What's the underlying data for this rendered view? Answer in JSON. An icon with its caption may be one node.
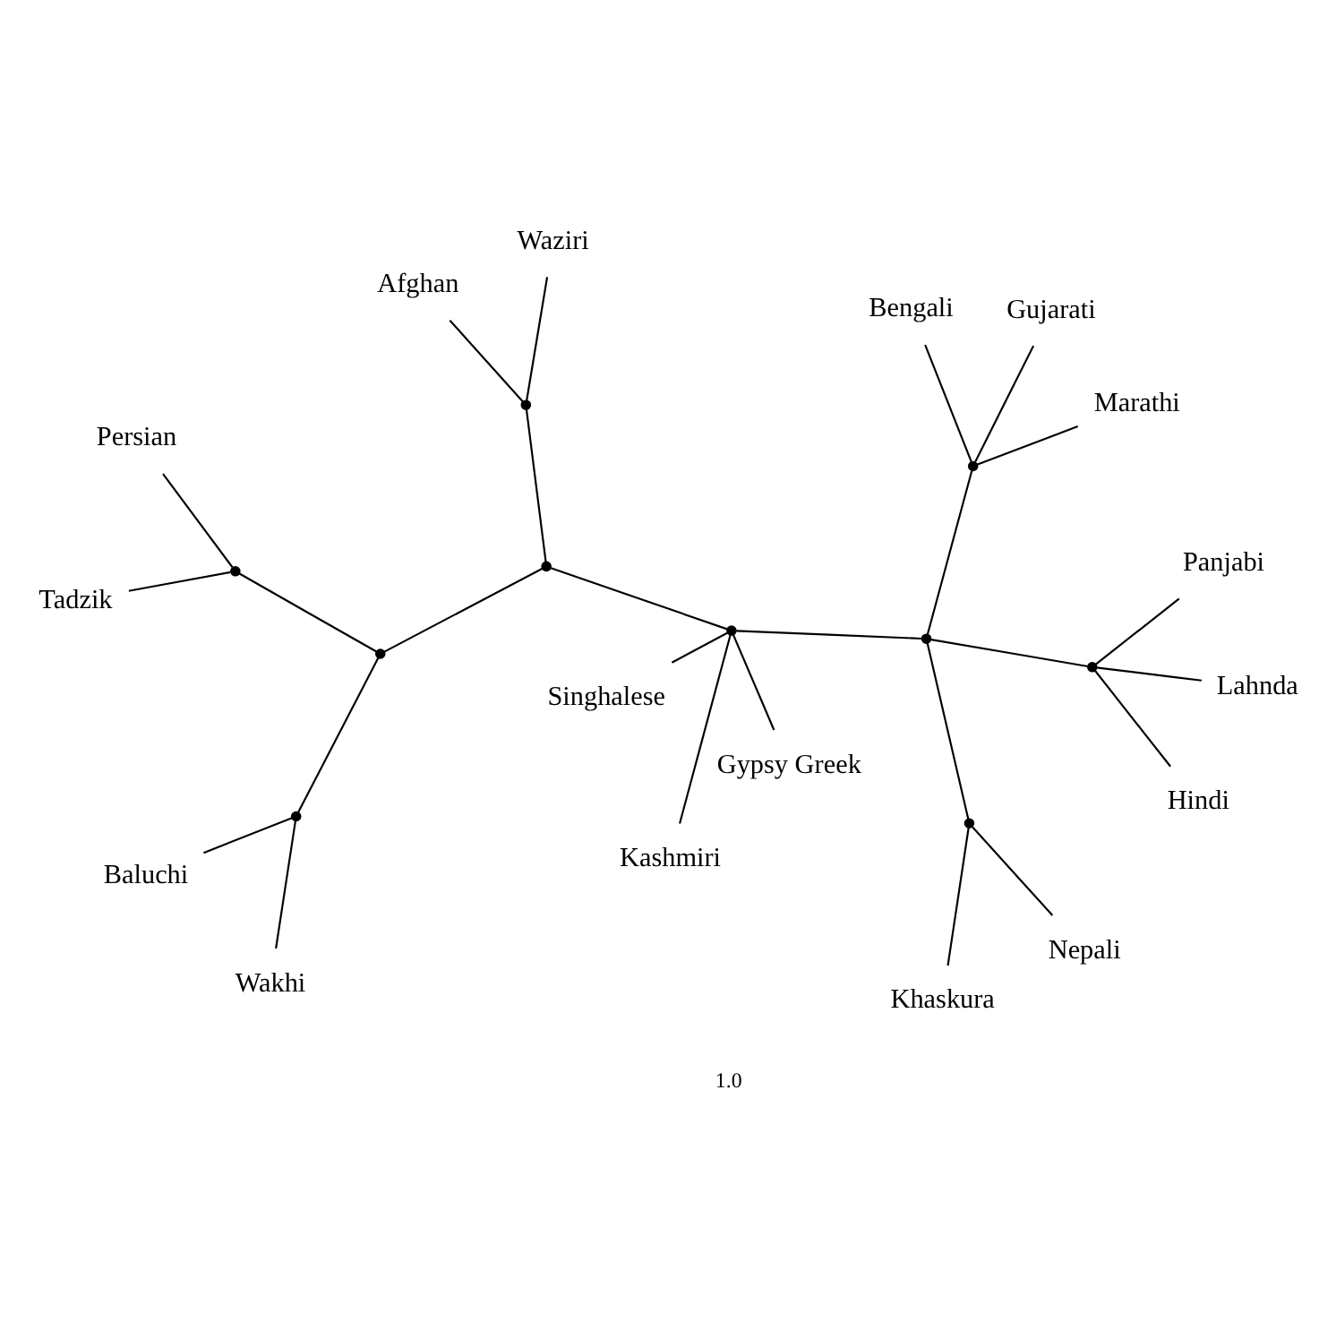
{
  "diagram": {
    "nodes": [
      {
        "text": [
          "Tadzik"
        ]
      },
      {
        "text": [
          "Persian"
        ]
      },
      {
        "text": [
          "Baluchi"
        ]
      },
      {
        "text": [
          "Waziri"
        ]
      },
      {
        "text": [
          "Wakhi"
        ]
      },
      {
        "text": [
          "Afghan"
        ]
      },
      {
        "text": [
          "Singhalese"
        ]
      },
      {
        "text": [
          "Gypsy Greek"
        ]
      },
      {
        "text": [
          "Khaskura"
        ]
      },
      {
        "text": [
          "Kashmiri"
        ]
      },
      {
        "text": [
          "Nepali"
        ]
      },
      {
        "text": [
          "Bengali"
        ]
      },
      {
        "text": [
          "Lahnda"
        ]
      },
      {
        "text": [
          "Gujarati"
        ]
      },
      {
        "text": [
          "Panjabi"
        ]
      },
      {
        "text": [
          "Hindi"
        ]
      },
      {
        "text": [
          "Marathi"
        ]
      },
      {
        "text": [],
        "shape": "point"
      },
      {
        "text": [],
        "shape": "point"
      },
      {
        "text": [],
        "shape": "point"
      },
      {
        "text": [],
        "shape": "point"
      },
      {
        "text": [],
        "shape": "point"
      },
      {
        "text": [],
        "shape": "point"
      },
      {
        "text": [],
        "shape": "point"
      },
      {
        "text": [],
        "shape": "point"
      },
      {
        "text": [],
        "shape": "point"
      },
      {
        "text": [],
        "shape": "point"
      }
    ],
    "edges": [
      {
        "from": 1,
        "to": 17,
        "arrow": "none"
      },
      {
        "from": 0,
        "to": 17,
        "arrow": "none"
      },
      {
        "from": 17,
        "to": 19,
        "arrow": "none"
      },
      {
        "from": 2,
        "to": 18,
        "arrow": "none"
      },
      {
        "from": 4,
        "to": 18,
        "arrow": "none"
      },
      {
        "from": 18,
        "to": 19,
        "arrow": "none"
      },
      {
        "from": 19,
        "to": 21,
        "arrow": "none"
      },
      {
        "from": 5,
        "to": 20,
        "arrow": "none"
      },
      {
        "from": 3,
        "to": 20,
        "arrow": "none"
      },
      {
        "from": 20,
        "to": 21,
        "arrow": "none"
      },
      {
        "from": 21,
        "to": 22,
        "arrow": "none"
      },
      {
        "from": 6,
        "to": 22,
        "arrow": "none"
      },
      {
        "from": 7,
        "to": 22,
        "arrow": "none"
      },
      {
        "from": 9,
        "to": 22,
        "arrow": "none"
      },
      {
        "from": 22,
        "to": 24,
        "arrow": "none"
      },
      {
        "from": 8,
        "to": 23,
        "arrow": "none"
      },
      {
        "from": 10,
        "to": 23,
        "arrow": "none"
      },
      {
        "from": 23,
        "to": 24,
        "arrow": "none"
      },
      {
        "from": 24,
        "to": 25,
        "arrow": "none"
      },
      {
        "from": 12,
        "to": 25,
        "arrow": "none"
      },
      {
        "from": 14,
        "to": 25,
        "arrow": "none"
      },
      {
        "from": 15,
        "to": 25,
        "arrow": "none"
      },
      {
        "from": 24,
        "to": 26,
        "arrow": "none"
      },
      {
        "from": 13,
        "to": 26,
        "arrow": "none"
      },
      {
        "from": 16,
        "to": 26,
        "arrow": "none"
      },
      {
        "from": 11,
        "to": 26,
        "arrow": "none"
      }
    ],
    "labels": [
      "1.0"
    ]
  }
}
